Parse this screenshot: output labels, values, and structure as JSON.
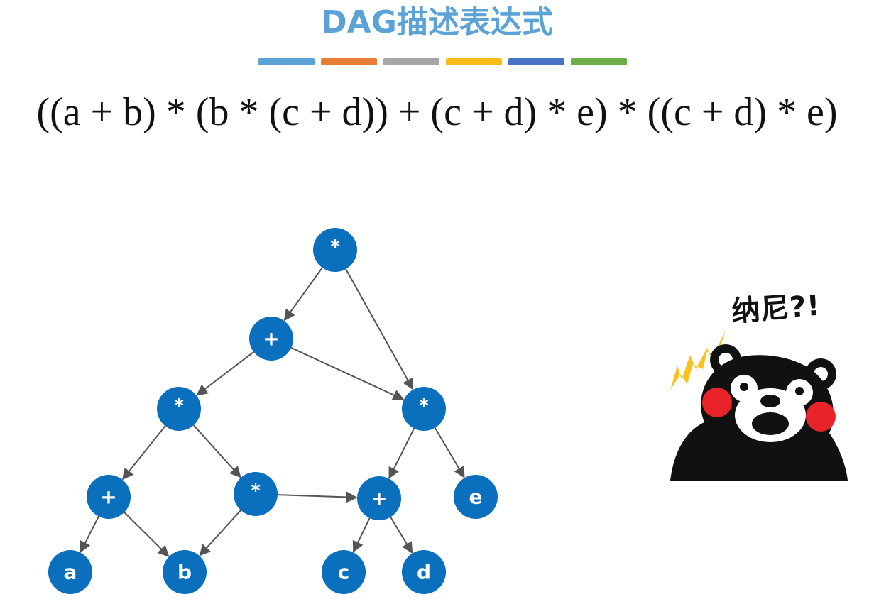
{
  "slide": {
    "title": "DAG描述表达式",
    "color_strip": [
      "#5ba3d6",
      "#ea7d36",
      "#a6a6a6",
      "#f8bb18",
      "#4774c4",
      "#6cad45"
    ],
    "formula": "((a + b) * (b * (c + d)) + (c + d) * e) * ((c + d) * e)"
  },
  "dag": {
    "node_color": "#0a6fbd",
    "edge_color": "#555555",
    "nodes": [
      {
        "id": "n1",
        "label": "*"
      },
      {
        "id": "n2",
        "label": "+"
      },
      {
        "id": "n3",
        "label": "*"
      },
      {
        "id": "n4",
        "label": "*"
      },
      {
        "id": "n5",
        "label": "+"
      },
      {
        "id": "n6",
        "label": "*"
      },
      {
        "id": "n7",
        "label": "+"
      },
      {
        "id": "n8",
        "label": "e"
      },
      {
        "id": "n9",
        "label": "a"
      },
      {
        "id": "n10",
        "label": "b"
      },
      {
        "id": "n11",
        "label": "c"
      },
      {
        "id": "n12",
        "label": "d"
      }
    ],
    "edges": [
      {
        "from": "n1",
        "to": "n2"
      },
      {
        "from": "n1",
        "to": "n4"
      },
      {
        "from": "n2",
        "to": "n3"
      },
      {
        "from": "n2",
        "to": "n4"
      },
      {
        "from": "n3",
        "to": "n5"
      },
      {
        "from": "n3",
        "to": "n6"
      },
      {
        "from": "n4",
        "to": "n7"
      },
      {
        "from": "n4",
        "to": "n8"
      },
      {
        "from": "n5",
        "to": "n9"
      },
      {
        "from": "n5",
        "to": "n10"
      },
      {
        "from": "n6",
        "to": "n10"
      },
      {
        "from": "n6",
        "to": "n7"
      },
      {
        "from": "n7",
        "to": "n11"
      },
      {
        "from": "n7",
        "to": "n12"
      }
    ]
  },
  "mascot": {
    "exclamation": "纳尼?!",
    "bear_color": "#111111",
    "cheek_color": "#e8232a",
    "spark_color": "#f7c21a"
  }
}
